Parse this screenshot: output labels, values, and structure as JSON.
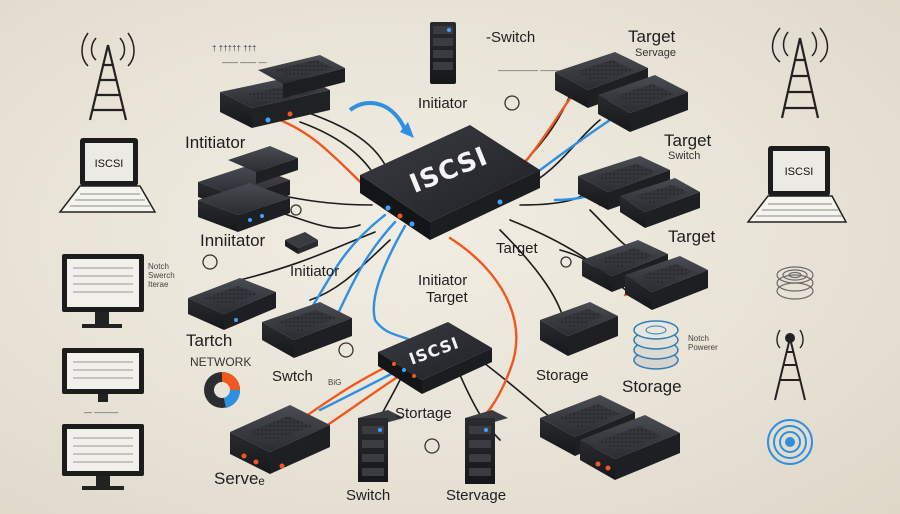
{
  "labels": {
    "initiator_top": "Intitiator",
    "initiator_left": "Initiator",
    "initiator_mid": "Inniitator",
    "initiator_center": "Initiator",
    "initiator_right_stack": "Initiator",
    "switch_top": "-Switch",
    "target_top": "Target",
    "servage_top": "Servage",
    "target_right": "Target",
    "switch_right": "Switch",
    "target_center": "Target",
    "target_right_mid": "Target",
    "target_stack": "Target",
    "tartch": "Tartch",
    "network": "NETWORK",
    "swtch": "Swtch",
    "stortage_lower": "Stortage",
    "storage_mid": "Storage",
    "storage_right": "Storage",
    "server_bottom": "Serveₑ",
    "switch_bottom": "Switch",
    "stervage_bottom": "Stervage"
  },
  "small_text": {
    "top_left_line1": "† ††††† †††",
    "top_left_line2": "—— —— —",
    "switch_caption": "————— ————",
    "notch_left": "Notch\nSwerch\nIterae",
    "notch_right": "Notch\nPowerer",
    "stack_count": "— ———",
    "small_tag": "BiG"
  },
  "chips": {
    "main": "ISCSI",
    "lower": "ISCSI"
  },
  "screens": {
    "laptop_left": "ISCSI",
    "laptop_right": "ISCSI"
  },
  "colors": {
    "background": "#e9e4d8",
    "device_dark": "#2b2d31",
    "device_top": "#3a3c42",
    "cable_orange": "#f0581f",
    "cable_blue": "#2f8fe0",
    "cable_black": "#1c1c1c",
    "accent_blue": "#3fa3ff"
  },
  "icons": [
    "cell-tower-icon",
    "laptop-icon",
    "monitor-icon",
    "server-tower-icon",
    "storage-disk-icon",
    "pie-chart-icon",
    "curved-arrow-icon"
  ]
}
